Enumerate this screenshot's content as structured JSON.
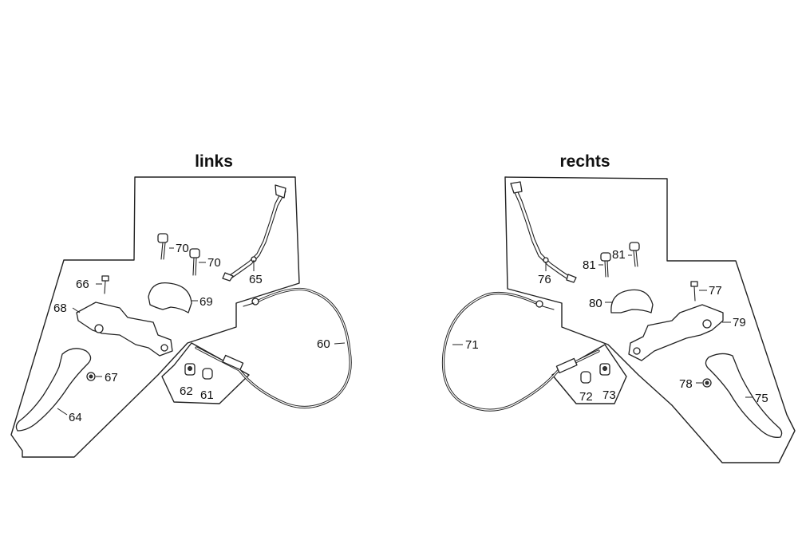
{
  "titles": {
    "left": "links",
    "right": "rechts"
  },
  "left_parts": {
    "p60": "60",
    "p61": "61",
    "p62": "62",
    "p64": "64",
    "p65": "65",
    "p66": "66",
    "p67": "67",
    "p68": "68",
    "p69": "69",
    "p70a": "70",
    "p70b": "70"
  },
  "right_parts": {
    "p71": "71",
    "p72": "72",
    "p73": "73",
    "p75": "75",
    "p76": "76",
    "p77": "77",
    "p78": "78",
    "p79": "79",
    "p80": "80",
    "p81a": "81",
    "p81b": "81"
  }
}
